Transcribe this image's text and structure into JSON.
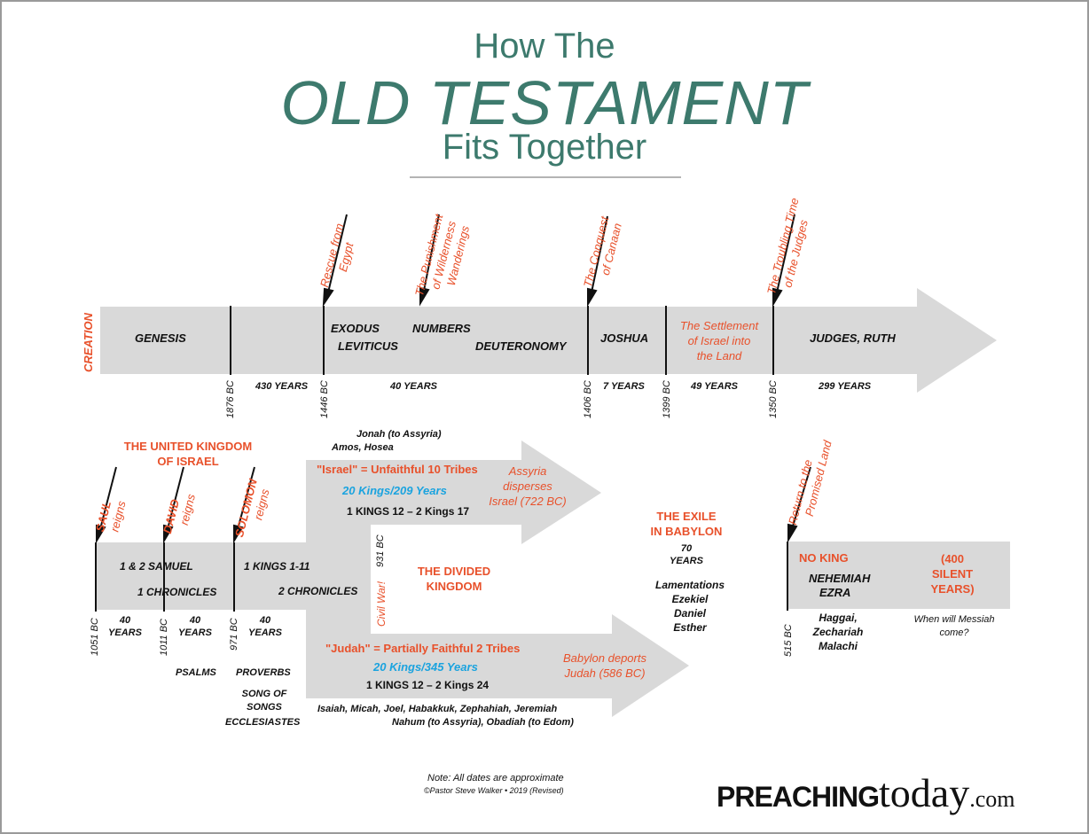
{
  "title": {
    "line1": "How The",
    "line2": "OLD TESTAMENT",
    "line3": "Fits Together"
  },
  "timeline_top": {
    "creation": "CREATION",
    "books": {
      "genesis": "GENESIS",
      "exodus": "EXODUS",
      "leviticus": "LEVITICUS",
      "numbers": "NUMBERS",
      "deuteronomy": "DEUTERONOMY",
      "joshua": "JOSHUA",
      "judges_ruth": "JUDGES, RUTH"
    },
    "settlement": [
      "The Settlement",
      "of Israel into",
      "the Land"
    ],
    "events": {
      "rescue": [
        "Rescue from",
        "Egypt"
      ],
      "punishment": [
        "The Punishment",
        "of Wilderness",
        "Wanderings"
      ],
      "conquest": [
        "The Conquest",
        "of Canaan"
      ],
      "judges": [
        "The Troubling Time",
        "of the Judges"
      ]
    },
    "dates": {
      "d1876": "1876 BC",
      "d1446": "1446 BC",
      "d1406": "1406 BC",
      "d1399": "1399 BC",
      "d1350": "1350 BC"
    },
    "durations": {
      "y430": "430 YEARS",
      "y40": "40 YEARS",
      "y7": "7 YEARS",
      "y49": "49 YEARS",
      "y299": "299 YEARS"
    }
  },
  "timeline_bottom": {
    "united_kingdom": [
      "THE UNITED KINGDOM",
      "OF ISRAEL"
    ],
    "kings": {
      "saul": [
        "SAUL",
        "reigns"
      ],
      "david": [
        "DAVID",
        "reigns"
      ],
      "solomon": [
        "SOLOMON",
        "reigns"
      ]
    },
    "books": {
      "samuel": "1 & 2 SAMUEL",
      "chronicles1": "1 CHRONICLES",
      "kings1_11": "1 KINGS 1-11",
      "chronicles2": "2 CHRONICLES"
    },
    "dates": {
      "d1051": "1051 BC",
      "d1011": "1011 BC",
      "d971": "971 BC",
      "d931": "931 BC",
      "d515": "515 BC"
    },
    "years": {
      "forty": "40",
      "years": "YEARS"
    },
    "wisdom": {
      "psalms": "PSALMS",
      "proverbs": "PROVERBS",
      "song": [
        "SONG OF",
        "SONGS"
      ],
      "ecclesiastes": "ECCLESIASTES"
    },
    "civil_war": "Civil War!",
    "divided": [
      "THE DIVIDED",
      "KINGDOM"
    ],
    "israel": {
      "prophets": [
        "Jonah (to Assyria)",
        "Amos, Hosea"
      ],
      "header": "\"Israel\" = Unfaithful 10 Tribes",
      "kings": "20 Kings/209 Years",
      "books": "1 KINGS 12 – 2 Kings 17",
      "assyria": [
        "Assyria",
        "disperses",
        "Israel (722 BC)"
      ]
    },
    "judah": {
      "header": "\"Judah\" = Partially Faithful 2 Tribes",
      "kings": "20 Kings/345 Years",
      "books": "1 KINGS 12 – 2 Kings 24",
      "babylon": [
        "Babylon deports",
        "Judah (586 BC)"
      ],
      "prophets": [
        "Isaiah, Micah, Joel, Habakkuk, Zephahiah, Jeremiah",
        "Nahum (to Assyria), Obadiah (to Edom)"
      ]
    },
    "exile": {
      "title": [
        "THE EXILE",
        "IN BABYLON"
      ],
      "years": [
        "70",
        "YEARS"
      ],
      "books": [
        "Lamentations",
        "Ezekiel",
        "Daniel",
        "Esther"
      ]
    },
    "return": [
      "Return to the",
      "Promised Land"
    ],
    "post_exile": {
      "no_king": "NO KING",
      "books": [
        "NEHEMIAH",
        "EZRA"
      ],
      "silent": [
        "(400",
        "SILENT",
        "YEARS)"
      ],
      "prophets": [
        "Haggai,",
        "Zechariah",
        "Malachi"
      ],
      "messiah": [
        "When will Messiah",
        "come?"
      ]
    }
  },
  "footer": {
    "note": "Note: All dates are approximate",
    "credit": "©Pastor Steve Walker  • 2019 (Revised)"
  },
  "logo": {
    "preaching": "PREACHING",
    "today": "today",
    "com": ".com"
  },
  "colors": {
    "title": "#3d7a6d",
    "accent": "#e8512b",
    "blue": "#1aa3df",
    "band": "#d9d9d9"
  }
}
